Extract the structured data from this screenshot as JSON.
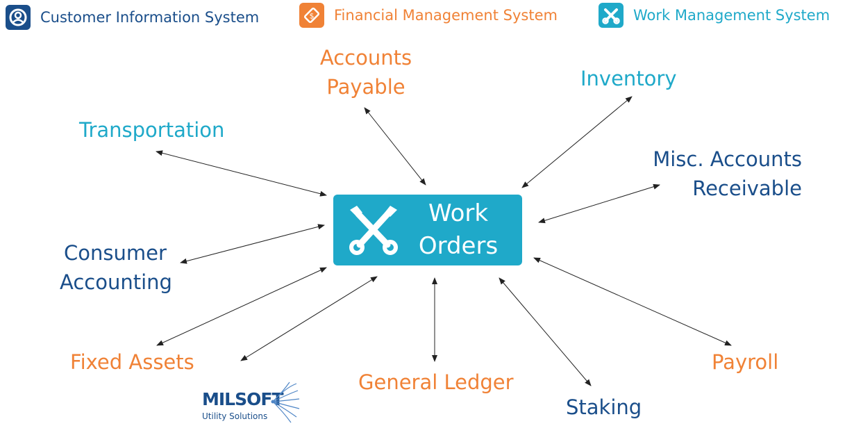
{
  "colors": {
    "cis": "#1a4e8a",
    "fms": "#f08236",
    "wms": "#1fa9c9",
    "center_bg": "#1fa9c9"
  },
  "legend": [
    {
      "label": "Customer Information System",
      "icon": "user-icon",
      "color": "#1a4e8a"
    },
    {
      "label": "Financial Management System",
      "icon": "money-icon",
      "color": "#f08236"
    },
    {
      "label": "Work Management System",
      "icon": "wrench-screwdriver-icon",
      "color": "#1fa9c9"
    }
  ],
  "center": {
    "line1": "Work",
    "line2": "Orders",
    "icon": "wrench-screwdriver-icon"
  },
  "nodes": {
    "accounts_payable": {
      "line1": "Accounts",
      "line2": "Payable"
    },
    "inventory": {
      "line1": "Inventory"
    },
    "transportation": {
      "line1": "Transportation"
    },
    "misc_receivable": {
      "line1": "Misc. Accounts",
      "line2": "Receivable"
    },
    "consumer_accounting": {
      "line1": "Consumer",
      "line2": "Accounting"
    },
    "fixed_assets": {
      "line1": "Fixed Assets"
    },
    "general_ledger": {
      "line1": "General Ledger"
    },
    "payroll": {
      "line1": "Payroll"
    },
    "staking": {
      "line1": "Staking"
    }
  },
  "logo": {
    "name": "MILSOFT",
    "tagline": "Utility Solutions"
  }
}
